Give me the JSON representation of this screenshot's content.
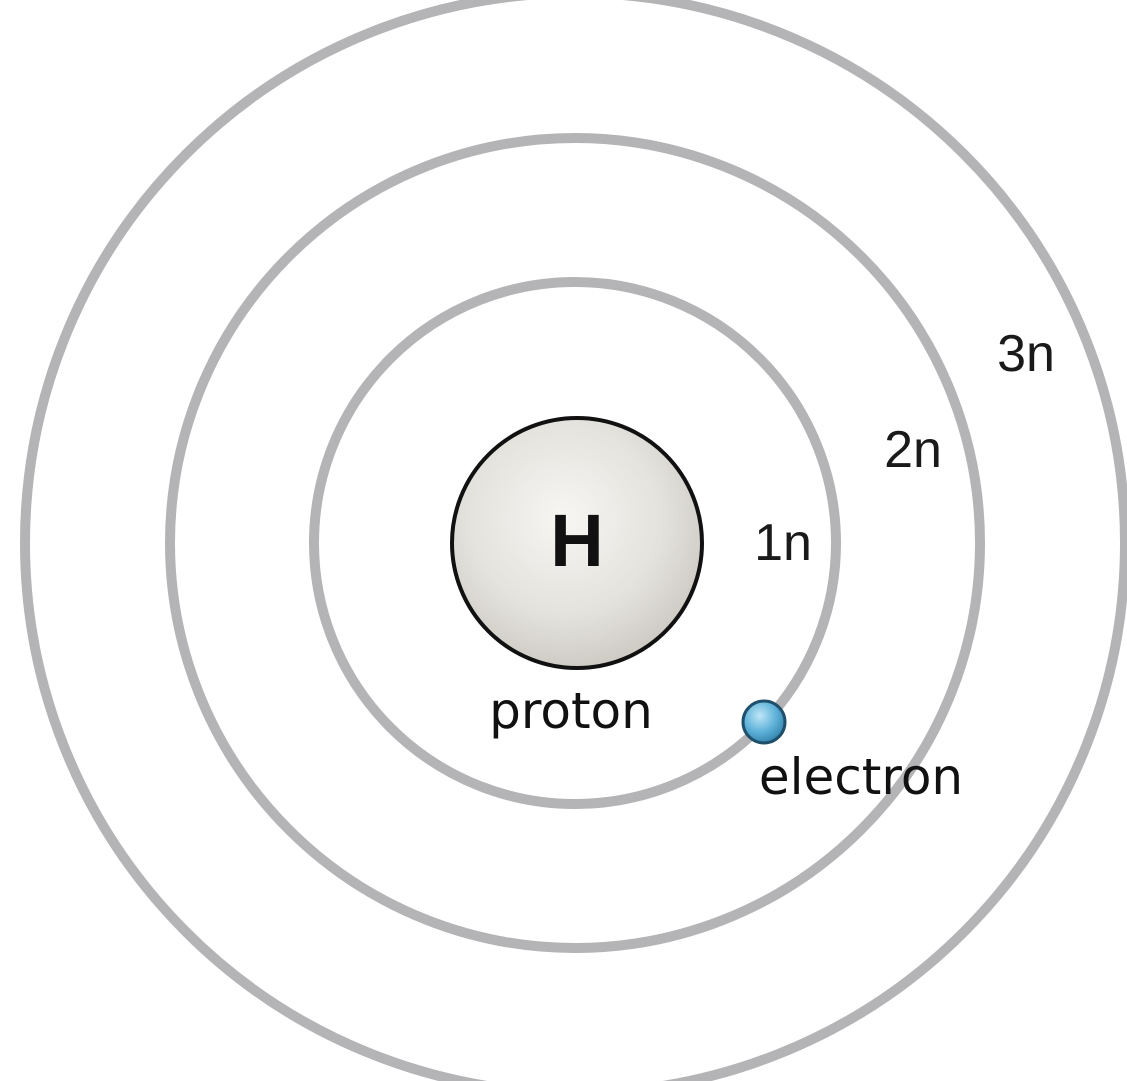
{
  "diagram": {
    "nucleus": {
      "symbol": "H"
    },
    "shells": [
      {
        "label": "1n"
      },
      {
        "label": "2n"
      },
      {
        "label": "3n"
      }
    ],
    "labels": {
      "proton": "proton",
      "electron": "electron"
    },
    "colors": {
      "shell": "#b4b4b6",
      "nucleus_fill": "#e4e2dd",
      "nucleus_outline": "#111111",
      "electron_fill": "#5fb2d9",
      "electron_outline": "#1f4f6b"
    }
  }
}
